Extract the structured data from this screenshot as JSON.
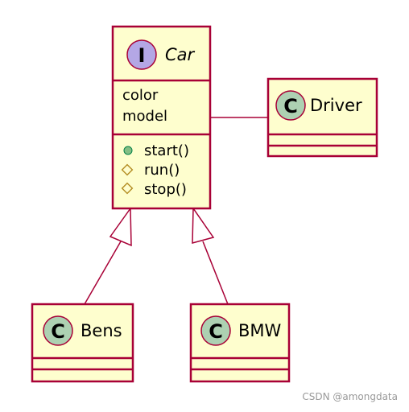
{
  "diagram": {
    "interface": {
      "name": "Car",
      "stereotype_letter": "I",
      "stereotype_color": "#B4A7E5",
      "attributes": [
        "color",
        "model"
      ],
      "methods": [
        {
          "icon": "public-method-icon",
          "label": "start()"
        },
        {
          "icon": "protected-method-icon",
          "label": "run()"
        },
        {
          "icon": "protected-method-icon",
          "label": "stop()"
        }
      ]
    },
    "classes": {
      "driver": {
        "name": "Driver",
        "stereotype_letter": "C"
      },
      "bens": {
        "name": "Bens",
        "stereotype_letter": "C"
      },
      "bmw": {
        "name": "BMW",
        "stereotype_letter": "C"
      }
    },
    "class_stereotype_color": "#ADD1B2",
    "border_color": "#A80036",
    "fill_color": "#FEFECE",
    "public_method_color": "#84BE84"
  },
  "watermark": "CSDN @amongdata"
}
